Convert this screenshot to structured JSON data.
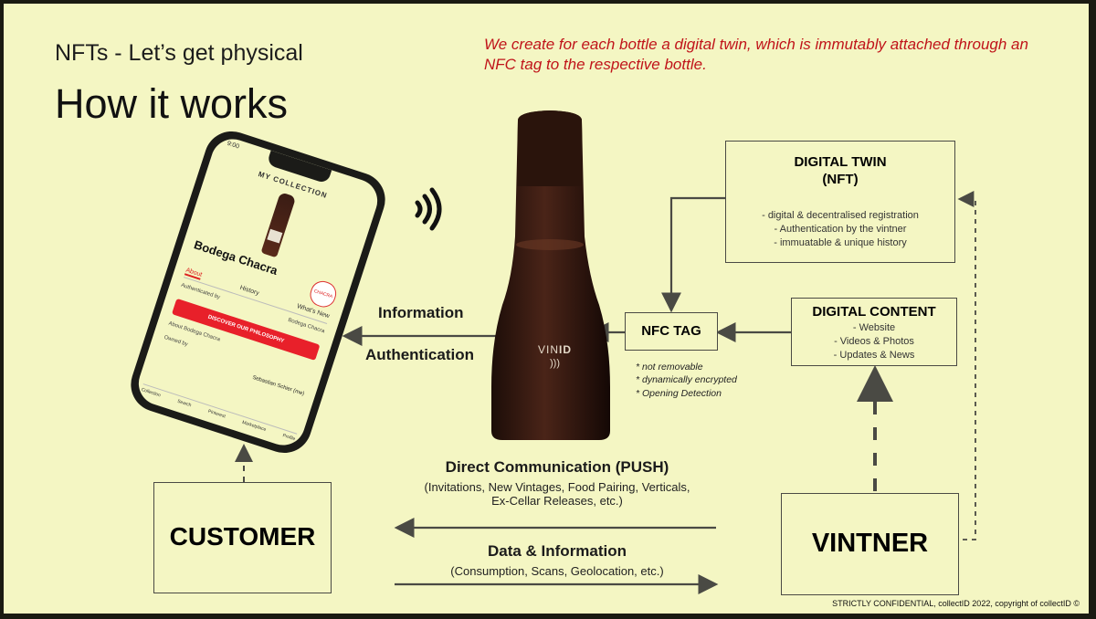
{
  "subtitle": "NFTs - Let’s get physical",
  "title": "How it works",
  "note": "We create for each bottle a digital twin, which is immutably attached through an NFC tag to the respective bottle.",
  "bottle_label": "VIN",
  "bottle_label_suffix": "ID",
  "phone": {
    "time": "9:00",
    "header": "MY COLLECTION",
    "wine_name": "Bodega Chacra",
    "tabs": [
      "About",
      "History",
      "What's New"
    ],
    "authenticated_by": "Authenticated by",
    "authenticated_value": "Bodega Chacra",
    "cta": "DISCOVER OUR PHILOSOPHY",
    "about": "About Bodega Chacra",
    "owned_by": "Owned by",
    "owner": "Sebastian Schier (me)",
    "chip": "CHACRA",
    "nav": [
      "Collection",
      "Search",
      "Pinterest",
      "Marketplace",
      "Profile"
    ]
  },
  "digital_twin": {
    "title_line1": "DIGITAL TWIN",
    "title_line2": "(NFT)",
    "items": [
      "- digital & decentralised registration",
      "- Authentication by the vintner",
      "- immuatable & unique history"
    ]
  },
  "nfc_tag": {
    "label": "NFC TAG",
    "notes": [
      "* not removable",
      "* dynamically encrypted",
      "* Opening Detection"
    ]
  },
  "digital_content": {
    "title": "DIGITAL CONTENT",
    "items": [
      "- Website",
      "- Videos & Photos",
      "- Updates & News"
    ]
  },
  "arrows": {
    "information": "Information",
    "authentication": "Authentication"
  },
  "push": {
    "title": "Direct Communication (PUSH)",
    "line1": "(Invitations, New Vintages, Food Pairing, Verticals,",
    "line2": "Ex-Cellar Releases, etc.)"
  },
  "data": {
    "title": "Data & Information",
    "detail": "(Consumption, Scans, Geolocation, etc.)"
  },
  "customer": "CUSTOMER",
  "vintner": "VINTNER",
  "footer": "STRICTLY CONFIDENTIAL, collectID 2022, copyright of collectID ©"
}
